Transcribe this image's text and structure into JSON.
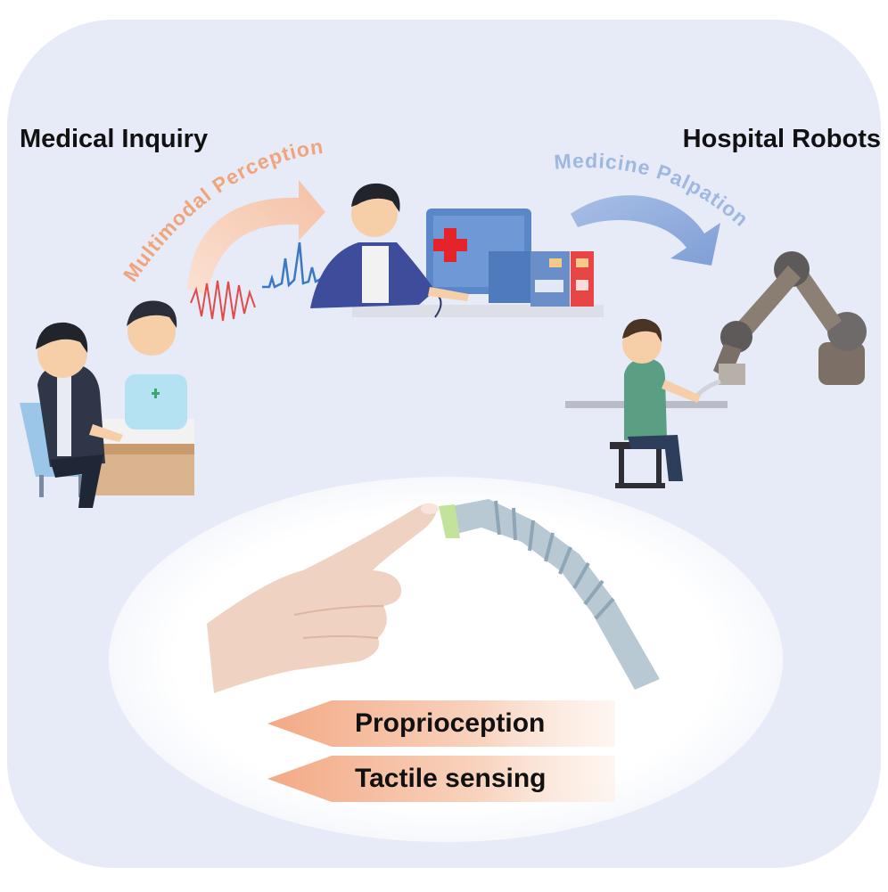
{
  "titles": {
    "left": "Medical Inquiry",
    "right": "Hospital Robots"
  },
  "arcs": {
    "left": "Multimodal Perception",
    "right": "Medicine Palpation"
  },
  "sensing": {
    "proprioception": "Proprioception",
    "tactile": "Tactile sensing"
  },
  "colors": {
    "background_panel": "#e6ebf7",
    "left_arc": "#f0a47c",
    "right_arc": "#9fb8e2",
    "tag_gradient_start": "#f4b596",
    "signal_red": "#e24a4a",
    "signal_blue": "#3a78c4",
    "cross_red": "#e5232a"
  },
  "icons": [
    "doctor-patient-scene",
    "doctor-computer-scene",
    "robot-arm-scene",
    "finger-icon",
    "soft-sensor-icon"
  ]
}
